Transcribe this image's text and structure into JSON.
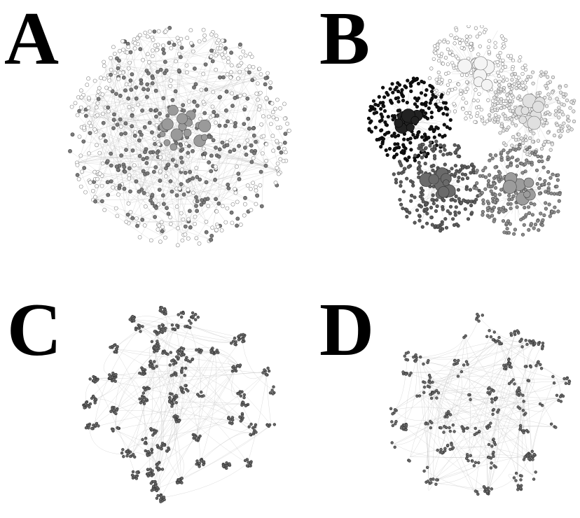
{
  "labels": {
    "a": "A",
    "b": "B",
    "c": "C",
    "d": "D"
  },
  "colors": {
    "edge": "#bdbdbd",
    "node_light_fill": "#ffffff",
    "node_light_stroke": "#8a8a8a",
    "node_mid": "#7a7a7a",
    "node_dark": "#6e6e6e",
    "node_black": "#111111",
    "node_hub": "#9a9a9a"
  }
}
